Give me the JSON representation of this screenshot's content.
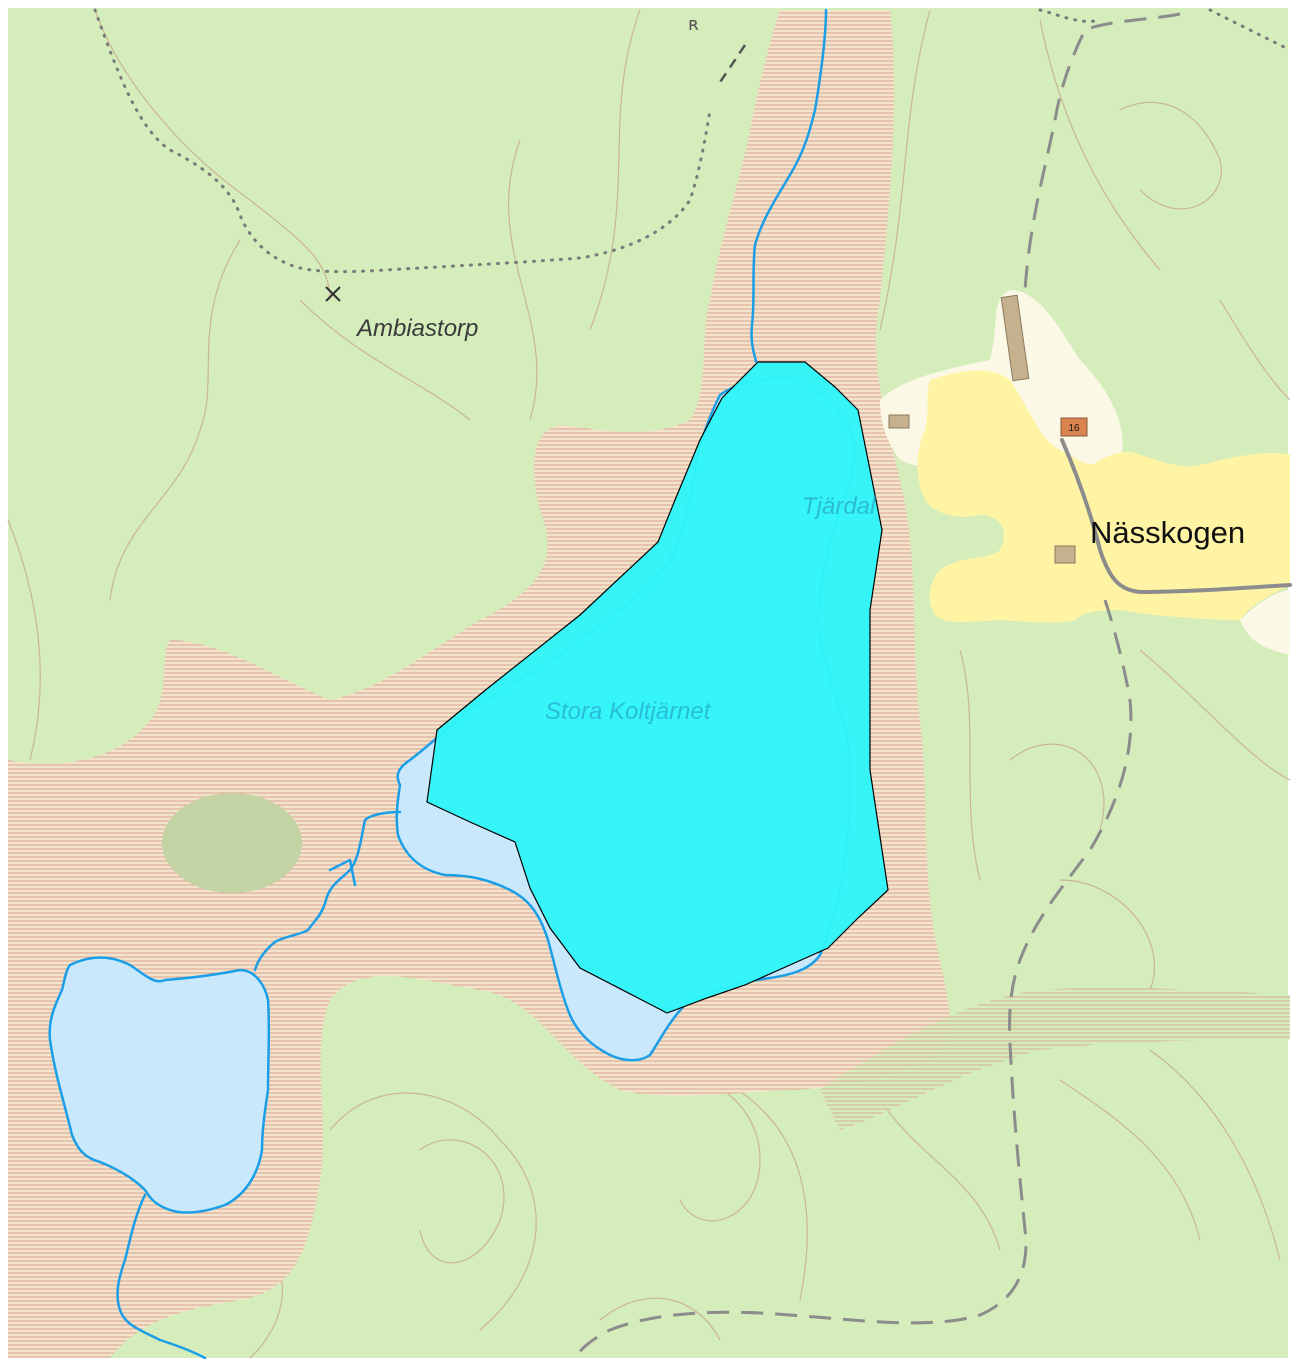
{
  "map": {
    "labels": {
      "ambiastorp": "Ambiastorp",
      "tjardal": "Tjärdal",
      "stora_koltjarnet": "Stora Koltjärnet",
      "nasskogen": "Nässkogen",
      "road_number": "16"
    },
    "colors": {
      "forest": "#d4edbb",
      "wetland": "#f3e2cc",
      "wetland_hatch": "#d9a48c",
      "water": "#c9e8fb",
      "stream": "#1a9ee8",
      "highlight_lake": "#2ff5f8",
      "field": "#fff3a4",
      "settlement": "#fbf8e6",
      "building": "#c6b18e",
      "road": "#8c8c8c",
      "contour": "#c9ac8a"
    }
  }
}
